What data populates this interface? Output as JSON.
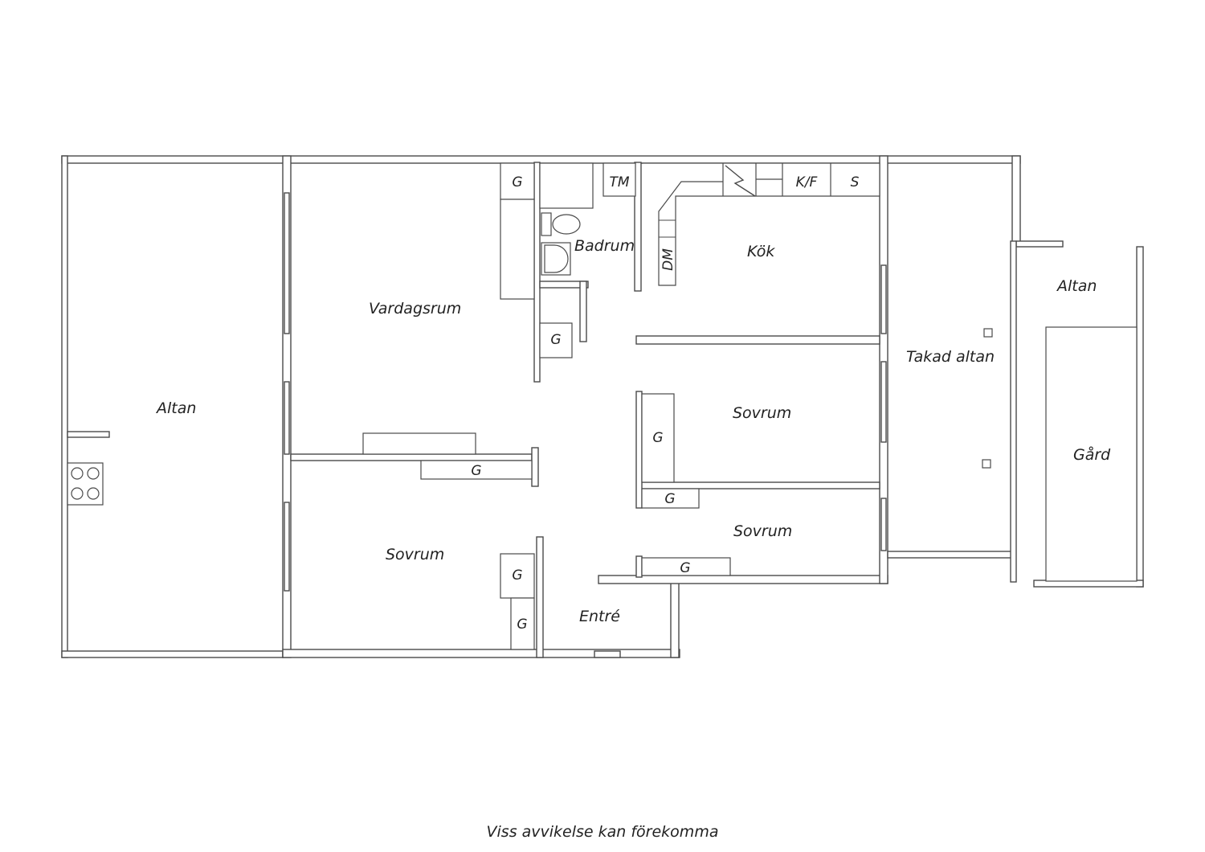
{
  "rooms": {
    "altan_left": "Altan",
    "vardagsrum": "Vardagsrum",
    "badrum": "Badrum",
    "kok": "Kök",
    "sovrum_1": "Sovrum",
    "sovrum_2": "Sovrum",
    "sovrum_3": "Sovrum",
    "entre": "Entré",
    "takad_altan": "Takad altan",
    "altan_right": "Altan",
    "gard": "Gård"
  },
  "fixtures": {
    "wardrobe": "G",
    "washing_machine": "TM",
    "fridge_freezer": "K/F",
    "stove": "S",
    "dishwasher": "DM"
  },
  "footer": "Viss avvikelse kan förekomma"
}
